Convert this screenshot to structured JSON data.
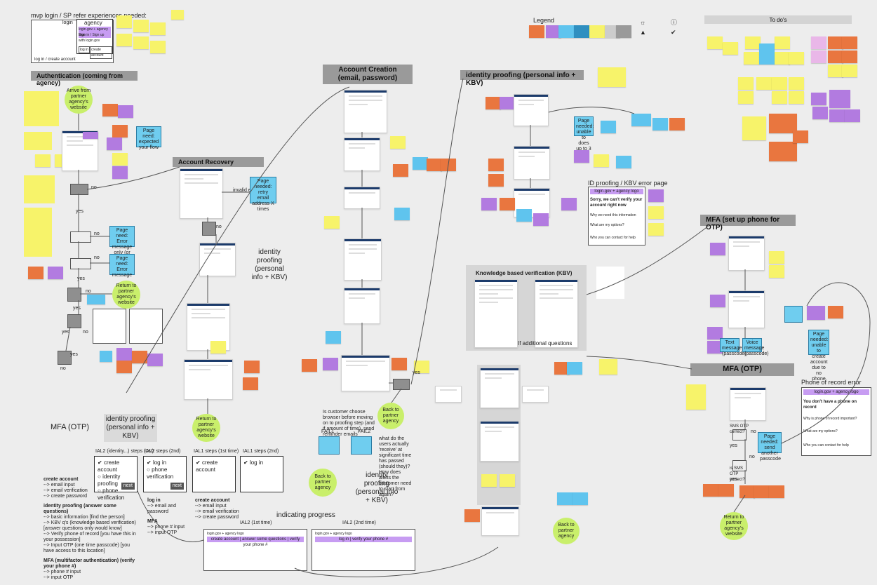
{
  "top_left": {
    "question": "mvp login / SP refer experiences needed:",
    "login_label": "login",
    "agency_label": "agency",
    "agency_link": "login.gov + agency logo",
    "agency_prompt": "Sign in / Sign up with login.gov",
    "btn_login": "log in",
    "btn_create": "create account",
    "caption": "log in / create account"
  },
  "headers": {
    "authentication": "Authentication (coming from agency)",
    "account_recovery": "Account Recovery",
    "account_creation": "Account Creation (email, password)",
    "identity_proofing": "identity proofing (personal info + KBV)",
    "mfa_setup": "MFA (set up phone for OTP)",
    "mfa_otp": "MFA (OTP)",
    "kbv": "Knowledge based verification (KBV)",
    "id_error": "ID proofing / KBV error page",
    "phone_error": "Phone of record error",
    "todos": "To do's",
    "legend": "Legend"
  },
  "flow_labels": {
    "arrive": "Arrive from partner agency's website",
    "page_needed_expected": "Page need: expected your flow",
    "no": "no",
    "yes": "yes",
    "invalid_email": "invalid email",
    "page_needed_retry": "Page needed: retry email address X times",
    "page_need_error_only": "Page need: Error message only (or reset password)",
    "page_need_error": "Page need: Error message",
    "return_partner": "Return to partner agency's website",
    "return_partner2": "Return to partner agency's website",
    "identity_proofing_a": "identity proofing (personal info + KBV)",
    "identity_proofing_b": "identity proofing (personal info + KBV)",
    "identity_proofing_c": "identity proofing (personal info + KBV)",
    "mfa_otp_label": "MFA (OTP)",
    "back_partner": "Back to partner agency",
    "back_partner2": "Back to partner agency",
    "back_partner3": "Back to partner agency",
    "return_partner3": "Return to partner agency's website",
    "if_additional": "If additional questions",
    "page_needed_unable": "Page needed: unable to does up to 3",
    "page_needed_create": "Page needed: unable to create account due to no phone",
    "text_message": "Text message (passcode)",
    "voice_message": "Voice message (passcode)",
    "fail1": "FAIL1",
    "fail2": "FAIL2",
    "sms_otp": "SMS OTP correct?",
    "is_sms": "is SMS OTP correct?",
    "page_needed_send": "Page needed: send another passcode",
    "customer_choose": "Is customer choose browser before moving on to proofing step (and if amount of time), send reminder emails",
    "what_happens": "what do the users actually 'receive' at significant time has passed (should they)? How does alerts the customer need to start from again?"
  },
  "id_error_page": {
    "logo": "login.gov + agency logo",
    "title": "Sorry, we can't verify your account right now",
    "why": "Why we need this information",
    "what": "What are my options?",
    "who": "Who you can contact for help"
  },
  "phone_error_page": {
    "logo": "login.gov + agency logo",
    "title": "You don't have a phone on record",
    "why": "Why is phone of record important?",
    "what": "What are my options?",
    "who": "Who you can contact for help"
  },
  "steps": {
    "ial2_first": "IAL2 (identity...) steps (1st)",
    "ial2_second": "IAL2 steps (2nd)",
    "ial1_first": "IAL1 steps (1st time)",
    "ial1_second": "IAL1 steps (2nd)",
    "box1": [
      "create account",
      "identity proofing",
      "phone verification"
    ],
    "box2": [
      "log in",
      "phone verification"
    ],
    "box3": [
      "create account"
    ],
    "box4": [
      "log in"
    ],
    "next": "next"
  },
  "notes": {
    "create_account_title": "create account",
    "create_account_items": [
      "--> email input",
      "--> email verification",
      "--> create password"
    ],
    "idp_title": "identity proofing (answer some questions)",
    "idp_items": [
      "--> basic information [find the person]",
      "--> KBV q's (knowledge based verification)",
      "[answer questions only would know]",
      "--> Verify phone of record [you have this in your possession]",
      "--> Input OTP (one time passcode) [you have access to this location]"
    ],
    "mfa_title": "MFA (multifactor authentication) (verify your phone #)",
    "mfa_items": [
      "--> phone # input",
      "--> input OTP"
    ],
    "login_title": "log in",
    "login_items": [
      "--> email and",
      "password"
    ],
    "mfa2_title": "MFA",
    "mfa2_items": [
      "--> phone # input",
      "--> input OTP"
    ],
    "create2_title": "create account",
    "create2_items": [
      "--> email input",
      "--> email verification",
      "--> create password"
    ]
  },
  "indicating": {
    "title": "indicating progress",
    "ial2_first": "IAL2 (1st time)",
    "ial2_second": "IAL2 (2nd time)",
    "logo": "login.gov + agency logo",
    "bar1": "create account | answer some questions | verify your phone #",
    "bar2": "log in | verify your phone #"
  },
  "colors": {
    "background": "#ededed",
    "header_gray": "#9a9a9a",
    "sticky_yellow": "#f7f36a",
    "sticky_orange": "#e9763f",
    "sticky_purple": "#b27be0",
    "sticky_blue": "#5fc4ee",
    "green_node": "#c9ef6b"
  }
}
